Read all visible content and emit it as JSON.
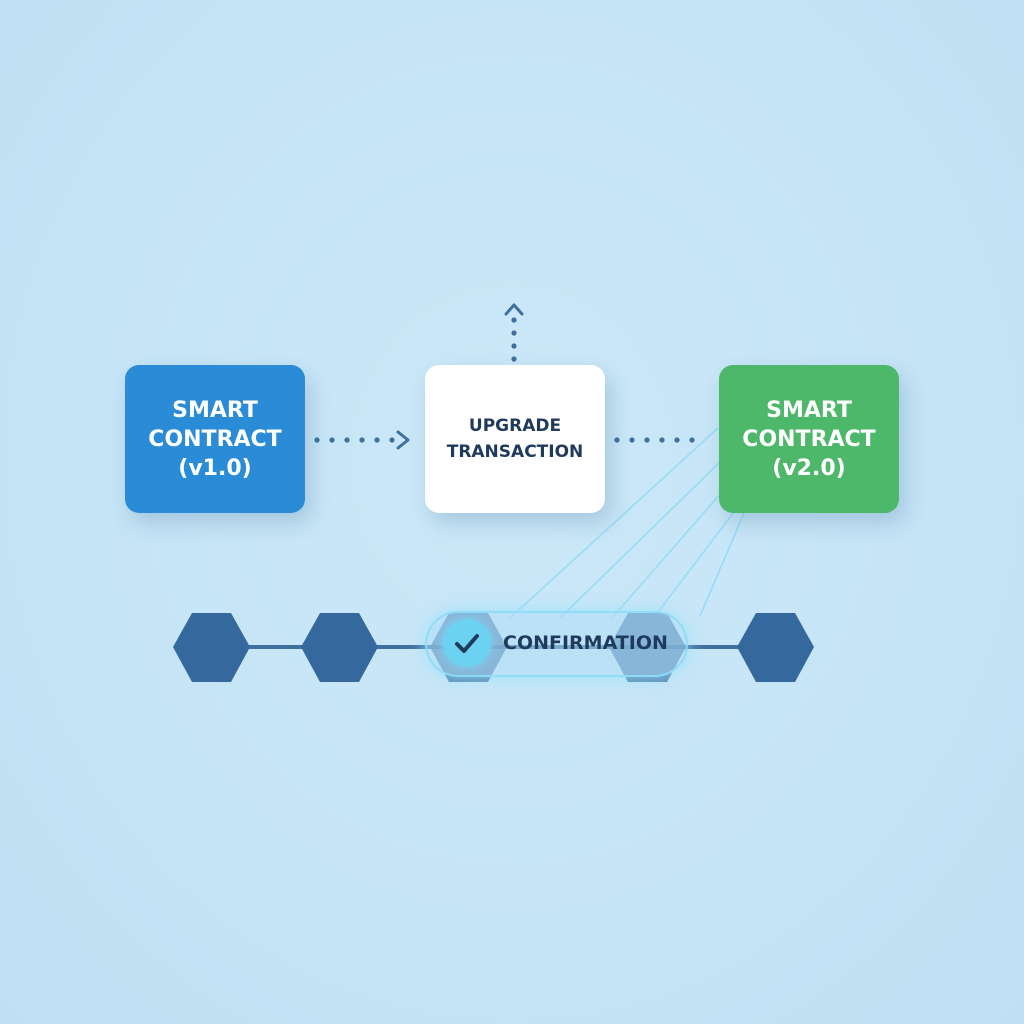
{
  "nodes": {
    "v1": {
      "line1": "SMART",
      "line2": "CONTRACT",
      "line3": "(v1.0)"
    },
    "upgrade": {
      "line1": "UPGRADE",
      "line2": "TRANSACTION"
    },
    "v2": {
      "line1": "SMART",
      "line2": "CONTRACT",
      "line3": "(v2.0)"
    }
  },
  "chain": {
    "confirmation_label": "CONFIRMATION",
    "check_icon": "checkmark-icon"
  },
  "colors": {
    "background": "#c6e5f6",
    "v1_node": "#2a8bd6",
    "upgrade_node": "#ffffff",
    "v2_node": "#4eb86a",
    "chain_block": "#35689c",
    "connector": "#3f6f9f",
    "glow": "#8fdcf5"
  }
}
